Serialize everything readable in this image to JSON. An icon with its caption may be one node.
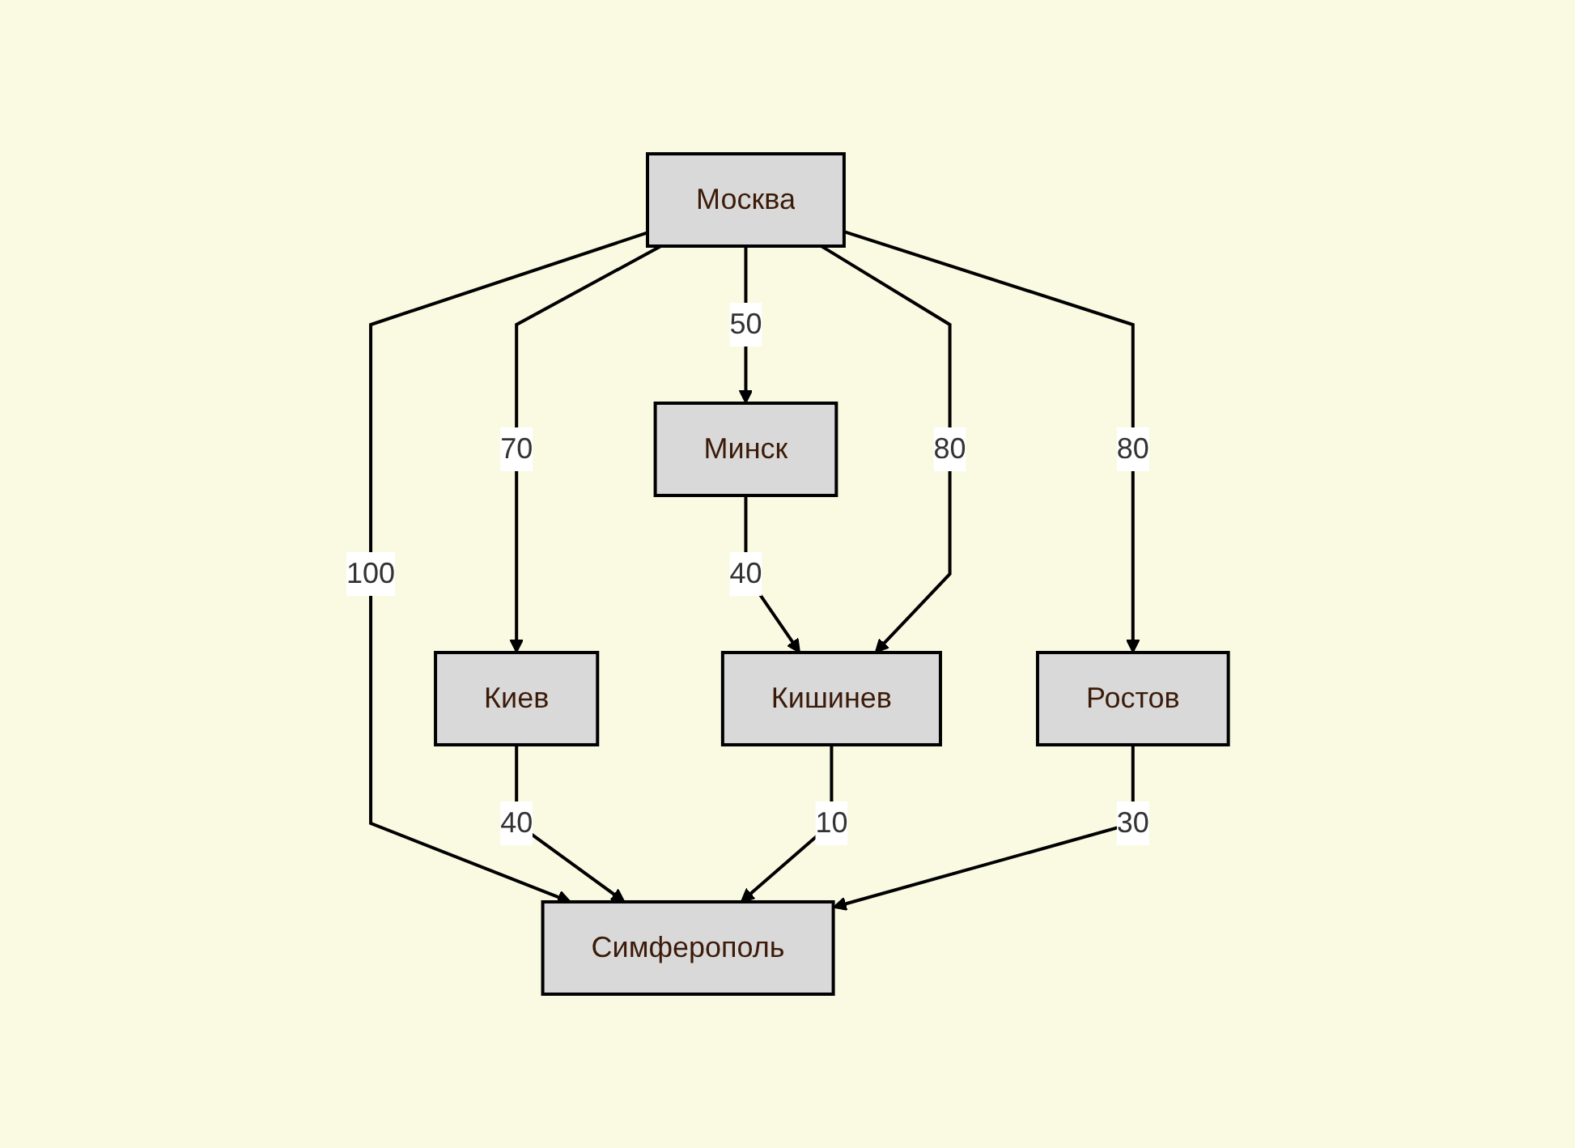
{
  "diagram": {
    "nodes": [
      {
        "text": [
          "Москва"
        ]
      },
      {
        "text": [
          "Минск"
        ]
      },
      {
        "text": [
          "Киев"
        ]
      },
      {
        "text": [
          "Кишинев"
        ]
      },
      {
        "text": [
          "Ростов"
        ]
      },
      {
        "text": [
          "Симферополь"
        ]
      }
    ],
    "edges": [
      {
        "from": 0,
        "to": 1,
        "arrow": "to",
        "label": "50"
      },
      {
        "from": 1,
        "to": 3,
        "arrow": "to",
        "label": "40"
      },
      {
        "from": 0,
        "to": 3,
        "arrow": "to",
        "label": "80"
      },
      {
        "from": 0,
        "to": 2,
        "arrow": "to",
        "label": "70"
      },
      {
        "from": 0,
        "to": 5,
        "arrow": "to",
        "label": "100"
      },
      {
        "from": 0,
        "to": 4,
        "arrow": "to",
        "label": "80"
      },
      {
        "from": 2,
        "to": 5,
        "arrow": "to",
        "label": "40"
      },
      {
        "from": 3,
        "to": 5,
        "arrow": "to",
        "label": "10"
      },
      {
        "from": 4,
        "to": 5,
        "arrow": "to",
        "label": "30"
      }
    ]
  }
}
